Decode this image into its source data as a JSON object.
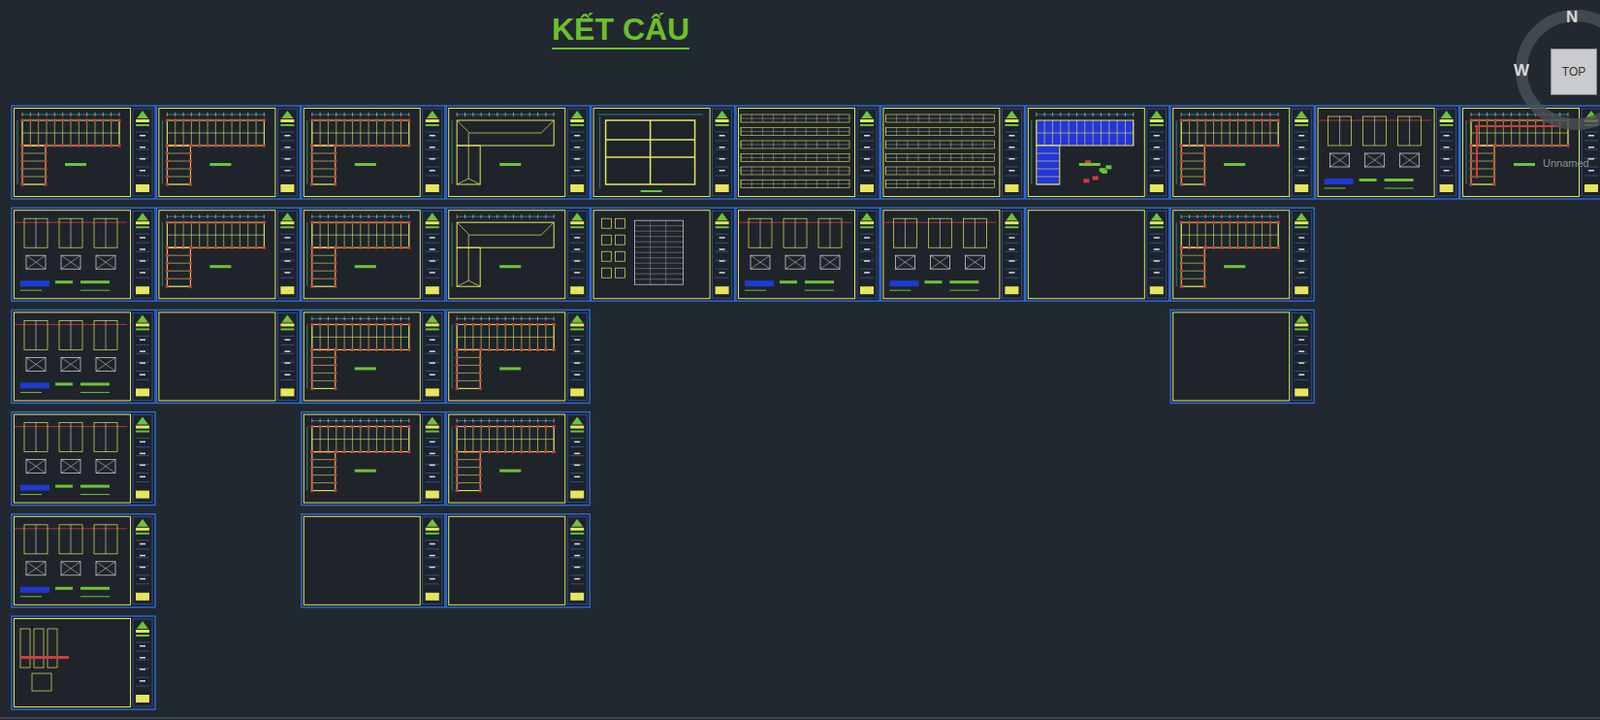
{
  "diagram": {
    "title": "KẾT CẤU",
    "nodes": [
      {
        "text": [
          "TOP"
        ]
      }
    ],
    "labels": [
      "N",
      "W",
      "Unnamed"
    ]
  }
}
